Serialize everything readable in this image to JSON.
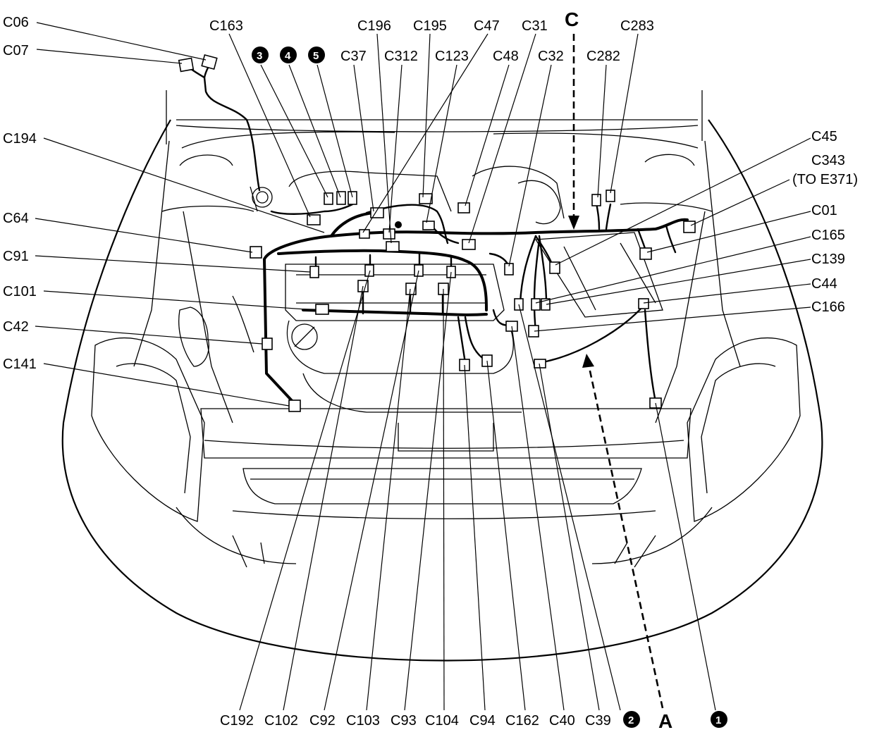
{
  "labels": {
    "C06": "C06",
    "C07": "C07",
    "C163": "C163",
    "C196": "C196",
    "C195": "C195",
    "C47": "C47",
    "C31": "C31",
    "C283": "C283",
    "C37": "C37",
    "C312": "C312",
    "C123": "C123",
    "C48": "C48",
    "C32": "C32",
    "C282": "C282",
    "C194": "C194",
    "C45": "C45",
    "C343": "C343",
    "to_e371": "(TO E371)",
    "C01": "C01",
    "C165": "C165",
    "C139": "C139",
    "C44": "C44",
    "C166": "C166",
    "C64": "C64",
    "C91": "C91",
    "C101": "C101",
    "C42": "C42",
    "C141": "C141",
    "C192": "C192",
    "C102": "C102",
    "C92": "C92",
    "C103": "C103",
    "C93": "C93",
    "C104": "C104",
    "C94": "C94",
    "C162": "C162",
    "C40": "C40",
    "C39": "C39"
  },
  "view_arrows": {
    "C": "C",
    "A": "A"
  },
  "badges": {
    "b1": "1",
    "b2": "2",
    "b3": "3",
    "b4": "4",
    "b5": "5"
  }
}
